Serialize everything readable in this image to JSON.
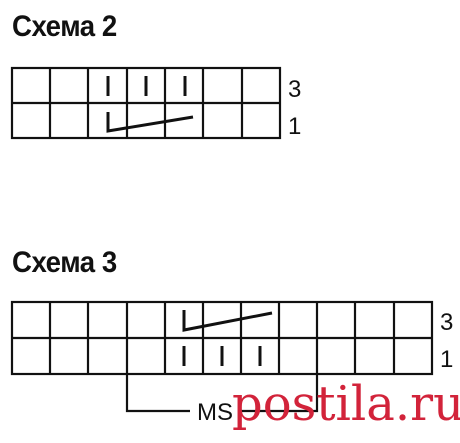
{
  "schema2": {
    "title": "Схема 2",
    "columns": 7,
    "rows": [
      {
        "label": "3",
        "cells": [
          "",
          "",
          "|",
          "|",
          "|",
          "",
          ""
        ]
      },
      {
        "label": "1",
        "cells": [
          "",
          "",
          "cross-left",
          "cross-left",
          "cross-left",
          "",
          ""
        ]
      }
    ]
  },
  "schema3": {
    "title": "Схема 3",
    "columns": 11,
    "rows": [
      {
        "label": "3",
        "cells": [
          "",
          "",
          "",
          "",
          "cross-left",
          "cross-left",
          "cross-left",
          "",
          "",
          "",
          ""
        ]
      },
      {
        "label": "1",
        "cells": [
          "",
          "",
          "",
          "",
          "|",
          "|",
          "|",
          "",
          "",
          "",
          ""
        ]
      }
    ],
    "repeat_label": "MS"
  },
  "watermark": "postila.ru",
  "colors": {
    "line": "#111111",
    "watermark": "#d2233a"
  }
}
